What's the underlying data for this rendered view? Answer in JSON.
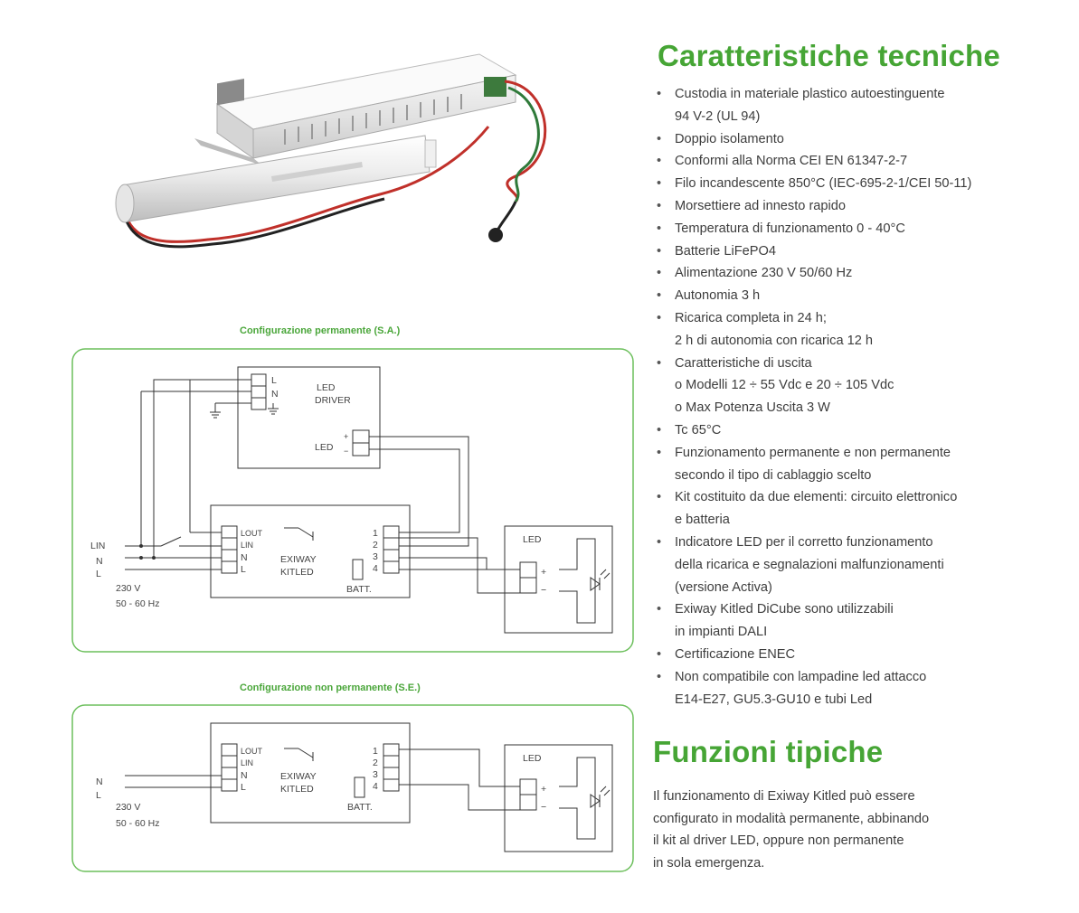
{
  "title_features": "Caratteristiche tecniche",
  "features": [
    [
      "Custodia in materiale plastico autoestinguente",
      "94 V-2 (UL 94)"
    ],
    [
      "Doppio isolamento"
    ],
    [
      "Conformi alla Norma CEI EN 61347-2-7"
    ],
    [
      "Filo incandescente 850°C (IEC-695-2-1/CEI 50-11)"
    ],
    [
      "Morsettiere ad innesto rapido"
    ],
    [
      "Temperatura di funzionamento 0 - 40°C"
    ],
    [
      "Batterie LiFePO4"
    ],
    [
      "Alimentazione 230 V 50/60 Hz"
    ],
    [
      "Autonomia 3 h"
    ],
    [
      "Ricarica completa in 24 h;",
      "2 h di autonomia con ricarica 12 h"
    ],
    [
      "Caratteristiche di uscita",
      "o Modelli 12 ÷ 55 Vdc e 20 ÷ 105 Vdc",
      "o Max Potenza Uscita 3 W"
    ],
    [
      "Tc 65°C"
    ],
    [
      "Funzionamento permanente e non permanente",
      "secondo il tipo di cablaggio scelto"
    ],
    [
      "Kit costituito da due elementi: circuito elettronico",
      "e batteria"
    ],
    [
      "Indicatore LED per il corretto funzionamento",
      "della ricarica e segnalazioni malfunzionamenti",
      "(versione Activa)"
    ],
    [
      "Exiway Kitled DiCube sono utilizzabili",
      "in impianti DALI"
    ],
    [
      "Certificazione ENEC"
    ],
    [
      "Non compatibile con lampadine led attacco",
      "E14-E27, GU5.3-GU10 e tubi Led"
    ]
  ],
  "title_functions": "Funzioni tipiche",
  "functions_text": [
    "Il funzionamento di Exiway Kitled può essere",
    "configurato in modalità permanente, abbinando",
    "il kit al driver LED, oppure non permanente",
    "in sola emergenza."
  ],
  "config_permanent": {
    "title": "Configurazione permanente (S.A.)",
    "driver_labels": [
      "L",
      "N",
      "LED",
      "DRIVER",
      "LED",
      "+",
      "−"
    ],
    "mains_labels": [
      "LIN",
      "N",
      "L",
      "230 V",
      "50 - 60 Hz"
    ],
    "kit_terminals": [
      "LOUT",
      "LIN",
      "N",
      "L"
    ],
    "kit_name": [
      "EXIWAY",
      "KITLED"
    ],
    "batt": "BATT.",
    "output_numbers": [
      "1",
      "2",
      "3",
      "4"
    ],
    "led_box": [
      "LED",
      "+",
      "−"
    ]
  },
  "config_nonpermanent": {
    "title": "Configurazione non permanente (S.E.)",
    "mains_labels": [
      "N",
      "L",
      "230 V",
      "50 - 60 Hz"
    ],
    "kit_terminals": [
      "LOUT",
      "LIN",
      "N",
      "L"
    ],
    "kit_name": [
      "EXIWAY",
      "KITLED"
    ],
    "batt": "BATT.",
    "output_numbers": [
      "1",
      "2",
      "3",
      "4"
    ],
    "led_box": [
      "LED",
      "+",
      "−"
    ]
  },
  "colors": {
    "accent_green": "#46a535",
    "frame_green": "#6cbf5c",
    "line": "#333333"
  },
  "icons": [
    "earth-ground-icon",
    "switch-icon",
    "led-diode-icon"
  ]
}
